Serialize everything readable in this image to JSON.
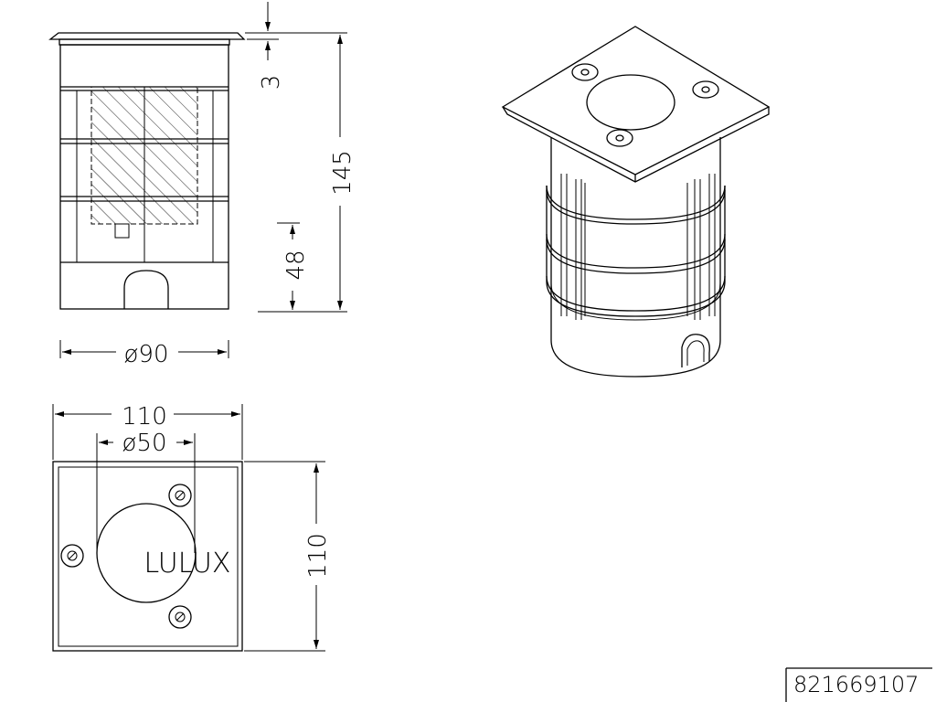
{
  "dimensions": {
    "height_total": "145",
    "height_flange": "3",
    "height_lower": "48",
    "diameter_body": "ø90",
    "width_square": "110",
    "diameter_opening": "ø50",
    "height_square": "110"
  },
  "brand": "LULUX",
  "part_number": "821669107"
}
